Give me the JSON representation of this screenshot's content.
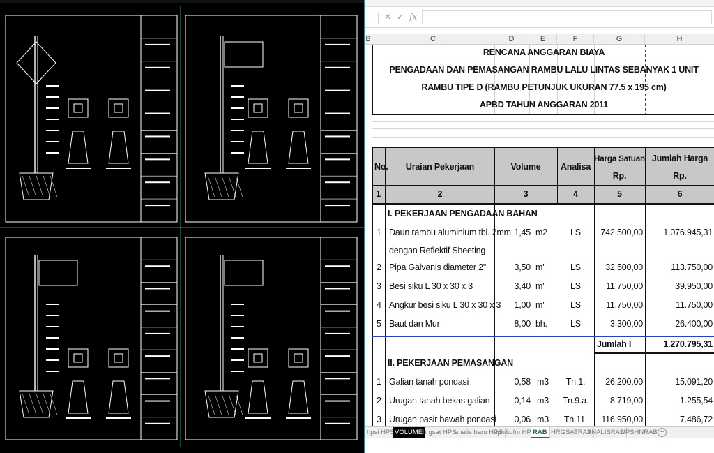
{
  "formula_bar": {
    "cancel_icon": "x-icon",
    "confirm_icon": "check-icon",
    "function_icon": "fx-icon",
    "cancel": "✕",
    "confirm": "✓",
    "fx": "fx",
    "value": ""
  },
  "columns": [
    "B",
    "C",
    "D",
    "E",
    "F",
    "G",
    "H"
  ],
  "title": {
    "line1": "RENCANA ANGGARAN BIAYA",
    "line2": "PENGADAAN DAN PEMASANGAN RAMBU LALU LINTAS SEBANYAK 1 UNIT",
    "line3": "RAMBU TIPE D (RAMBU PETUNJUK UKURAN 77.5 x 195 cm)",
    "line4": "APBD TAHUN ANGGARAN 2011"
  },
  "table_header": {
    "no": "No.",
    "uraian": "Uraian Pekerjaan",
    "volume": "Volume",
    "analisa": "Analisa",
    "harga_satuan": "Harga Satuan",
    "harga_satuan_unit": "Rp.",
    "jumlah_harga": "Jumlah Harga",
    "jumlah_harga_unit": "Rp.",
    "col_numbers": [
      "1",
      "2",
      "3",
      "4",
      "5",
      "6"
    ]
  },
  "section1": {
    "title": "I. PEKERJAAN PENGADAAN BAHAN",
    "rows": [
      {
        "no": "1",
        "uraian": "Daun rambu aluminium tbl. 2mm",
        "uraian2": "dengan Reflektif Sheeting",
        "vol": "1,45",
        "sat": "m2",
        "analisa": "LS",
        "harga": "742.500,00",
        "jumlah": "1.076.945,31"
      },
      {
        "no": "2",
        "uraian": "Pipa Galvanis diameter 2\"",
        "vol": "3,50",
        "sat": "m'",
        "analisa": "LS",
        "harga": "32.500,00",
        "jumlah": "113.750,00"
      },
      {
        "no": "3",
        "uraian": "Besi siku L 30 x 30 x 3",
        "vol": "3,40",
        "sat": "m'",
        "analisa": "LS",
        "harga": "11.750,00",
        "jumlah": "39.950,00"
      },
      {
        "no": "4",
        "uraian": "Angkur besi siku L 30 x 30 x 3",
        "vol": "1,00",
        "sat": "m'",
        "analisa": "LS",
        "harga": "11.750,00",
        "jumlah": "11.750,00"
      },
      {
        "no": "5",
        "uraian": "Baut dan Mur",
        "vol": "8,00",
        "sat": "bh.",
        "analisa": "LS",
        "harga": "3.300,00",
        "jumlah": "26.400,00"
      }
    ],
    "subtotal_label": "Jumlah I",
    "subtotal_value": "1.270.795,31"
  },
  "section2": {
    "title": "II. PEKERJAAN PEMASANGAN",
    "rows": [
      {
        "no": "1",
        "uraian": "Galian tanah pondasi",
        "vol": "0,58",
        "sat": "m3",
        "analisa": "Tn.1.",
        "harga": "26.200,00",
        "jumlah": "15.091,20"
      },
      {
        "no": "2",
        "uraian": "Urugan tanah bekas galian",
        "vol": "0,14",
        "sat": "m3",
        "analisa": "Tn.9.a.",
        "harga": "8.719,00",
        "jumlah": "1.255,54"
      },
      {
        "no": "3",
        "uraian": "Urugan pasir bawah pondasi",
        "vol": "0,06",
        "sat": "m3",
        "analisa": "Tn.11.",
        "harga": "116.950,00",
        "jumlah": "7.486,72"
      }
    ]
  },
  "tabs": [
    "hpsi HPS",
    "VOLUME",
    "hrgsat HPS",
    "analis baru HPS",
    "uph&ofm HPS",
    "RAB",
    "HRGSATRAB",
    "ANALISRAB",
    "UPSHNRAB"
  ],
  "active_tab": "RAB",
  "add_sheet": "+",
  "colors": {
    "accent_tab": "#1f6b3a",
    "border_blue": "#2b3fb8",
    "header_grey": "#c8c8c8",
    "cad_line": "#ffffff",
    "cad_frame": "#2f8a8a"
  }
}
